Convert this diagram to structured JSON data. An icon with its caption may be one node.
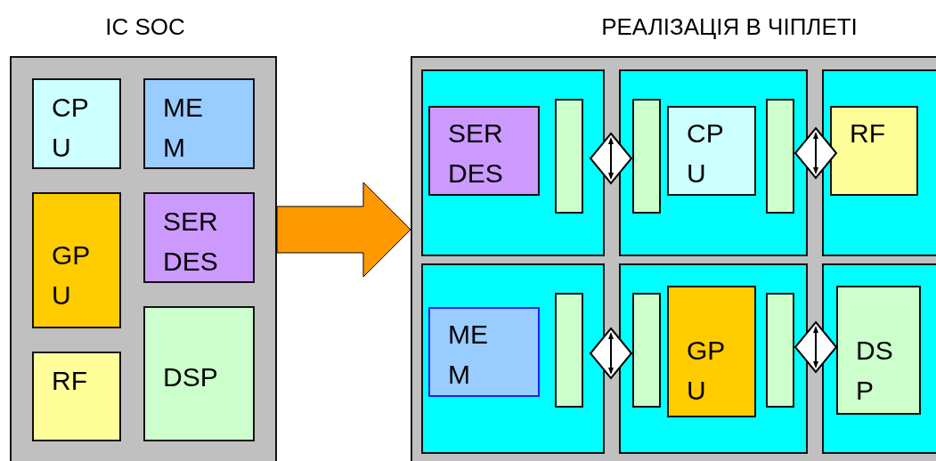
{
  "diagram": {
    "nodes": [
      {
        "text": [
          "IC SOC"
        ]
      },
      {
        "text": [
          "CP U"
        ],
        "in": 0
      },
      {
        "text": [
          "ME M"
        ],
        "in": 0
      },
      {
        "text": [
          "GP U"
        ],
        "in": 0
      },
      {
        "text": [
          "SER DES"
        ],
        "in": 0
      },
      {
        "text": [
          "RF"
        ],
        "in": 0
      },
      {
        "text": [
          "DSP"
        ],
        "in": 0
      },
      {
        "text": [
          "РЕАЛІЗАЦІЯ В ЧІПЛЕТІ"
        ]
      },
      {
        "text": [],
        "shape": "box",
        "in": 7
      },
      {
        "text": [
          "SER DES"
        ],
        "in": 8
      },
      {
        "text": [],
        "shape": "bar",
        "in": 8
      },
      {
        "text": [],
        "shape": "box",
        "in": 7
      },
      {
        "text": [],
        "shape": "bar",
        "in": 11
      },
      {
        "text": [
          "CP U"
        ],
        "in": 11
      },
      {
        "text": [],
        "shape": "bar",
        "in": 11
      },
      {
        "text": [],
        "shape": "box",
        "in": 7
      },
      {
        "text": [
          "RF"
        ],
        "in": 15
      },
      {
        "text": [],
        "shape": "box",
        "in": 7
      },
      {
        "text": [
          "ME M"
        ],
        "in": 17
      },
      {
        "text": [],
        "shape": "bar",
        "in": 17
      },
      {
        "text": [],
        "shape": "box",
        "in": 7
      },
      {
        "text": [],
        "shape": "bar",
        "in": 20
      },
      {
        "text": [
          "GP U"
        ],
        "in": 20
      },
      {
        "text": [],
        "shape": "bar",
        "in": 20
      },
      {
        "text": [],
        "shape": "box",
        "in": 7
      },
      {
        "text": [
          "DS P"
        ],
        "in": 24
      },
      {
        "text": [],
        "shape": "diamond",
        "in": 7
      },
      {
        "text": [],
        "shape": "diamond",
        "in": 7
      },
      {
        "text": [],
        "shape": "diamond",
        "in": 7
      },
      {
        "text": [],
        "shape": "diamond",
        "in": 7
      }
    ],
    "edges": [
      {
        "from": 0,
        "to": 7,
        "arrow": "to",
        "style": "thick",
        "color": "#ff9900"
      }
    ]
  }
}
